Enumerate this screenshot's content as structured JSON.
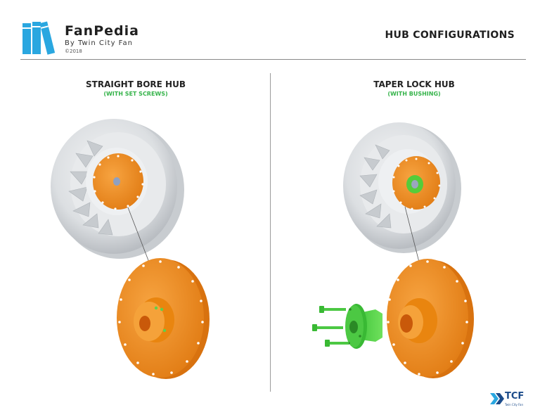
{
  "header": {
    "brand_name": "FanPedia",
    "brand_sub": "By Twin City Fan",
    "brand_year": "©2018",
    "page_title": "HUB CONFIGURATIONS"
  },
  "left_panel": {
    "title": "STRAIGHT BORE HUB",
    "subtitle": "(WITH SET SCREWS)"
  },
  "right_panel": {
    "title": "TAPER LOCK HUB",
    "subtitle": "(WITH BUSHING)"
  },
  "footer": {
    "logo_text": "TCF",
    "logo_sub": "Twin City Fan"
  },
  "colors": {
    "brand_blue": "#2aa7e0",
    "hub_orange": "#f08a1c",
    "bushing_green": "#3fc43a",
    "wheel_gray": "#d9dcdf",
    "subtitle_green": "#35b34a"
  }
}
